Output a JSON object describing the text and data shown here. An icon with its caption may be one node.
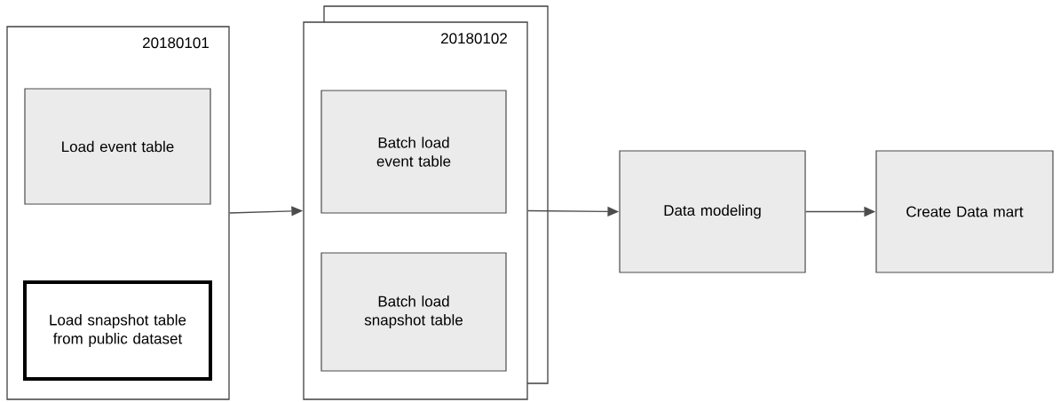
{
  "diagram": {
    "nodes": [
      {
        "text": [
          "20180101"
        ]
      },
      {
        "text": [
          "Load event table"
        ],
        "in": 0
      },
      {
        "text": [
          "Load snapshot table from public dataset"
        ],
        "in": 0
      },
      {
        "text": [
          "20180102"
        ]
      },
      {
        "text": [
          "Batch load event table"
        ],
        "in": 3
      },
      {
        "text": [
          "Batch load snapshot table"
        ],
        "in": 3
      },
      {
        "text": [
          "Data modeling"
        ]
      },
      {
        "text": [
          "Create Data mart"
        ]
      }
    ],
    "edges": [
      {
        "from": 0,
        "to": 3,
        "arrow": "to"
      },
      {
        "from": 3,
        "to": 6,
        "arrow": "to"
      },
      {
        "from": 6,
        "to": 7,
        "arrow": "to"
      }
    ]
  }
}
